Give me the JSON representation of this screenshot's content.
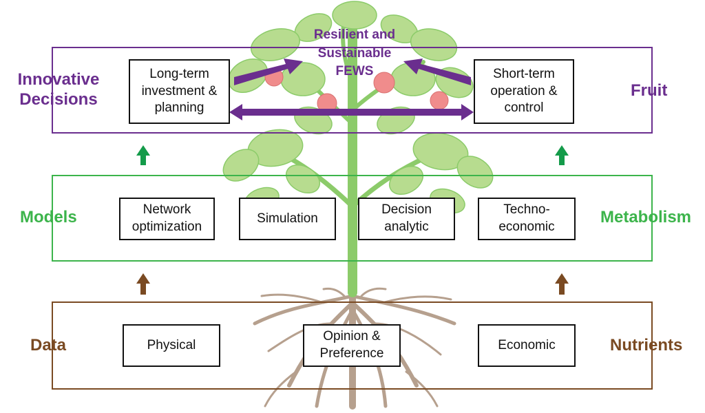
{
  "colors": {
    "decisions": "#6a2e8e",
    "models": "#3cb44b",
    "data": "#7a4a22",
    "plant_leaf": "#b7dc8f",
    "plant_stem": "#8ccb6a",
    "roots": "#b6a08e",
    "fruit": "#f08c8c"
  },
  "goal": {
    "text": "Resilient and\nSustainable\nFEWS"
  },
  "decisions": {
    "left_label": "Innovative\nDecisions",
    "right_label": "Fruit",
    "boxes": [
      "Long-term\ninvestment &\nplanning",
      "Short-term\noperation &\ncontrol"
    ]
  },
  "models": {
    "left_label": "Models",
    "right_label": "Metabolism",
    "boxes": [
      "Network\noptimization",
      "Simulation",
      "Decision\nanalytic",
      "Techno-\neconomic"
    ]
  },
  "data_layer": {
    "left_label": "Data",
    "right_label": "Nutrients",
    "boxes": [
      "Physical",
      "Opinion &\nPreference",
      "Economic"
    ]
  }
}
